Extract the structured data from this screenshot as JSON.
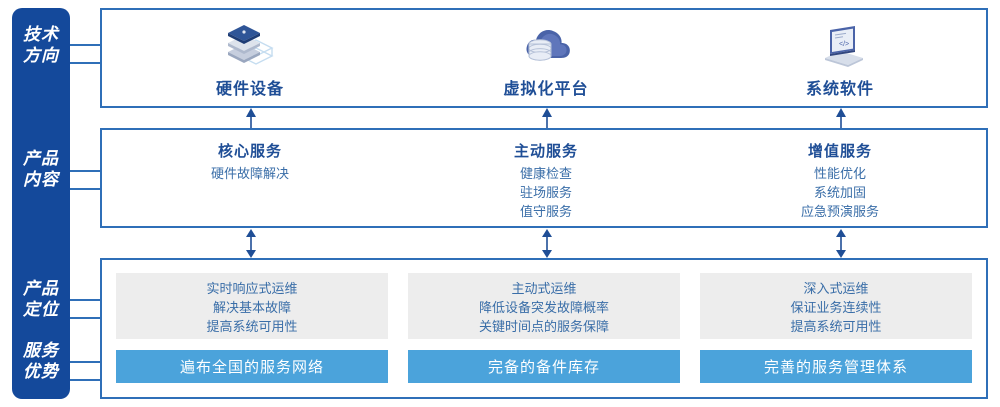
{
  "colors": {
    "rail_blue": "#14499B",
    "panel_border": "#2F6FB8",
    "heading_blue": "#1F4E96",
    "body_blue": "#3A6EA8",
    "gray_box": "#EDEDED",
    "bar_blue": "#4BA3DB",
    "white": "#FFFFFF"
  },
  "rail": {
    "labels": [
      {
        "name": "technology-direction",
        "line1": "技术",
        "line2": "方向"
      },
      {
        "name": "product-content",
        "line1": "产品",
        "line2": "内容"
      },
      {
        "name": "product-positioning",
        "line1": "产品",
        "line2": "定位"
      },
      {
        "name": "service-advantage",
        "line1": "服务",
        "line2": "优势"
      }
    ]
  },
  "tech_row": {
    "columns": [
      {
        "icon": "server-stack-icon",
        "title": "硬件设备"
      },
      {
        "icon": "cloud-database-icon",
        "title": "虚拟化平台"
      },
      {
        "icon": "laptop-code-icon",
        "title": "系统软件"
      }
    ]
  },
  "content_row": {
    "columns": [
      {
        "heading": "核心服务",
        "items": [
          "硬件故障解决"
        ]
      },
      {
        "heading": "主动服务",
        "items": [
          "健康检查",
          "驻场服务",
          "值守服务"
        ]
      },
      {
        "heading": "增值服务",
        "items": [
          "性能优化",
          "系统加固",
          "应急预演服务"
        ]
      }
    ]
  },
  "bottom_row": {
    "positioning": [
      {
        "lines": [
          "实时响应式运维",
          "解决基本故障",
          "提高系统可用性"
        ]
      },
      {
        "lines": [
          "主动式运维",
          "降低设备突发故障概率",
          "关键时间点的服务保障"
        ]
      },
      {
        "lines": [
          "深入式运维",
          "保证业务连续性",
          "提高系统可用性"
        ]
      }
    ],
    "advantages": [
      {
        "label": "遍布全国的服务网络"
      },
      {
        "label": "完备的备件库存"
      },
      {
        "label": "完善的服务管理体系"
      }
    ]
  }
}
